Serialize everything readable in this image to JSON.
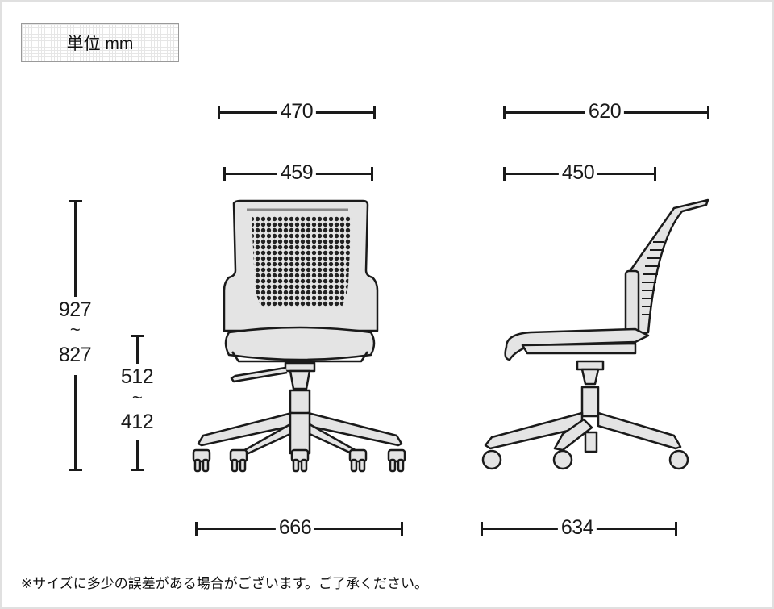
{
  "unit_label": "単位 mm",
  "front_view": {
    "overall_width": "470",
    "seat_width": "459",
    "base_width": "666"
  },
  "side_view": {
    "overall_depth": "620",
    "seat_depth": "450",
    "base_depth": "634"
  },
  "heights": {
    "overall_height": {
      "max": "927",
      "separator": "~",
      "min": "827"
    },
    "seat_height": {
      "max": "512",
      "separator": "~",
      "min": "412"
    }
  },
  "footnote": "※サイズに多少の誤差がある場合がございます。ご了承ください。",
  "colors": {
    "frame": "#e0e0e0",
    "line": "#1a1a1a",
    "fill": "#e4e4e4"
  }
}
